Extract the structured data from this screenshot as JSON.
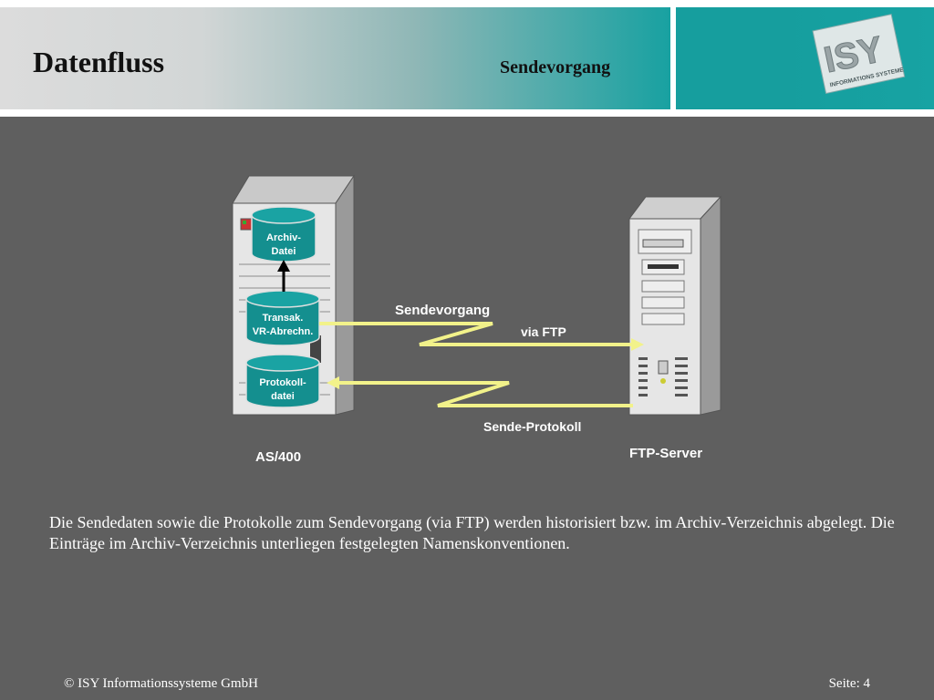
{
  "header": {
    "title": "Datenfluss",
    "subtitle": "Sendevorgang",
    "logo_text": "ISY",
    "logo_subtext": "INFORMATIONS SYSTEME"
  },
  "diagram": {
    "as400": {
      "label": "AS/400",
      "db_archiv": [
        "Archiv-",
        "Datei"
      ],
      "db_transak": [
        "Transak.",
        "VR-Abrechn."
      ],
      "db_protokoll": [
        "Protokoll-",
        "datei"
      ]
    },
    "ftp_server": {
      "label": "FTP-Server"
    },
    "send_label": "Sendevorgang",
    "via_label": "via FTP",
    "return_label": "Sende-Protokoll"
  },
  "description": "Die Sendedaten sowie die Protokolle zum Sendevorgang (via FTP) werden historisiert bzw. im Archiv-Verzeichnis abgelegt. Die Einträge im Archiv-Verzeichnis unterliegen festgelegten Namenskonventionen.",
  "footer": {
    "copyright": "© ISY Informationssysteme GmbH",
    "page": "Seite: 4"
  },
  "colors": {
    "background": "#5f5f5f",
    "teal": "#18a1a1",
    "db_fill": "#148f8f",
    "arrow": "#f2f28a"
  }
}
